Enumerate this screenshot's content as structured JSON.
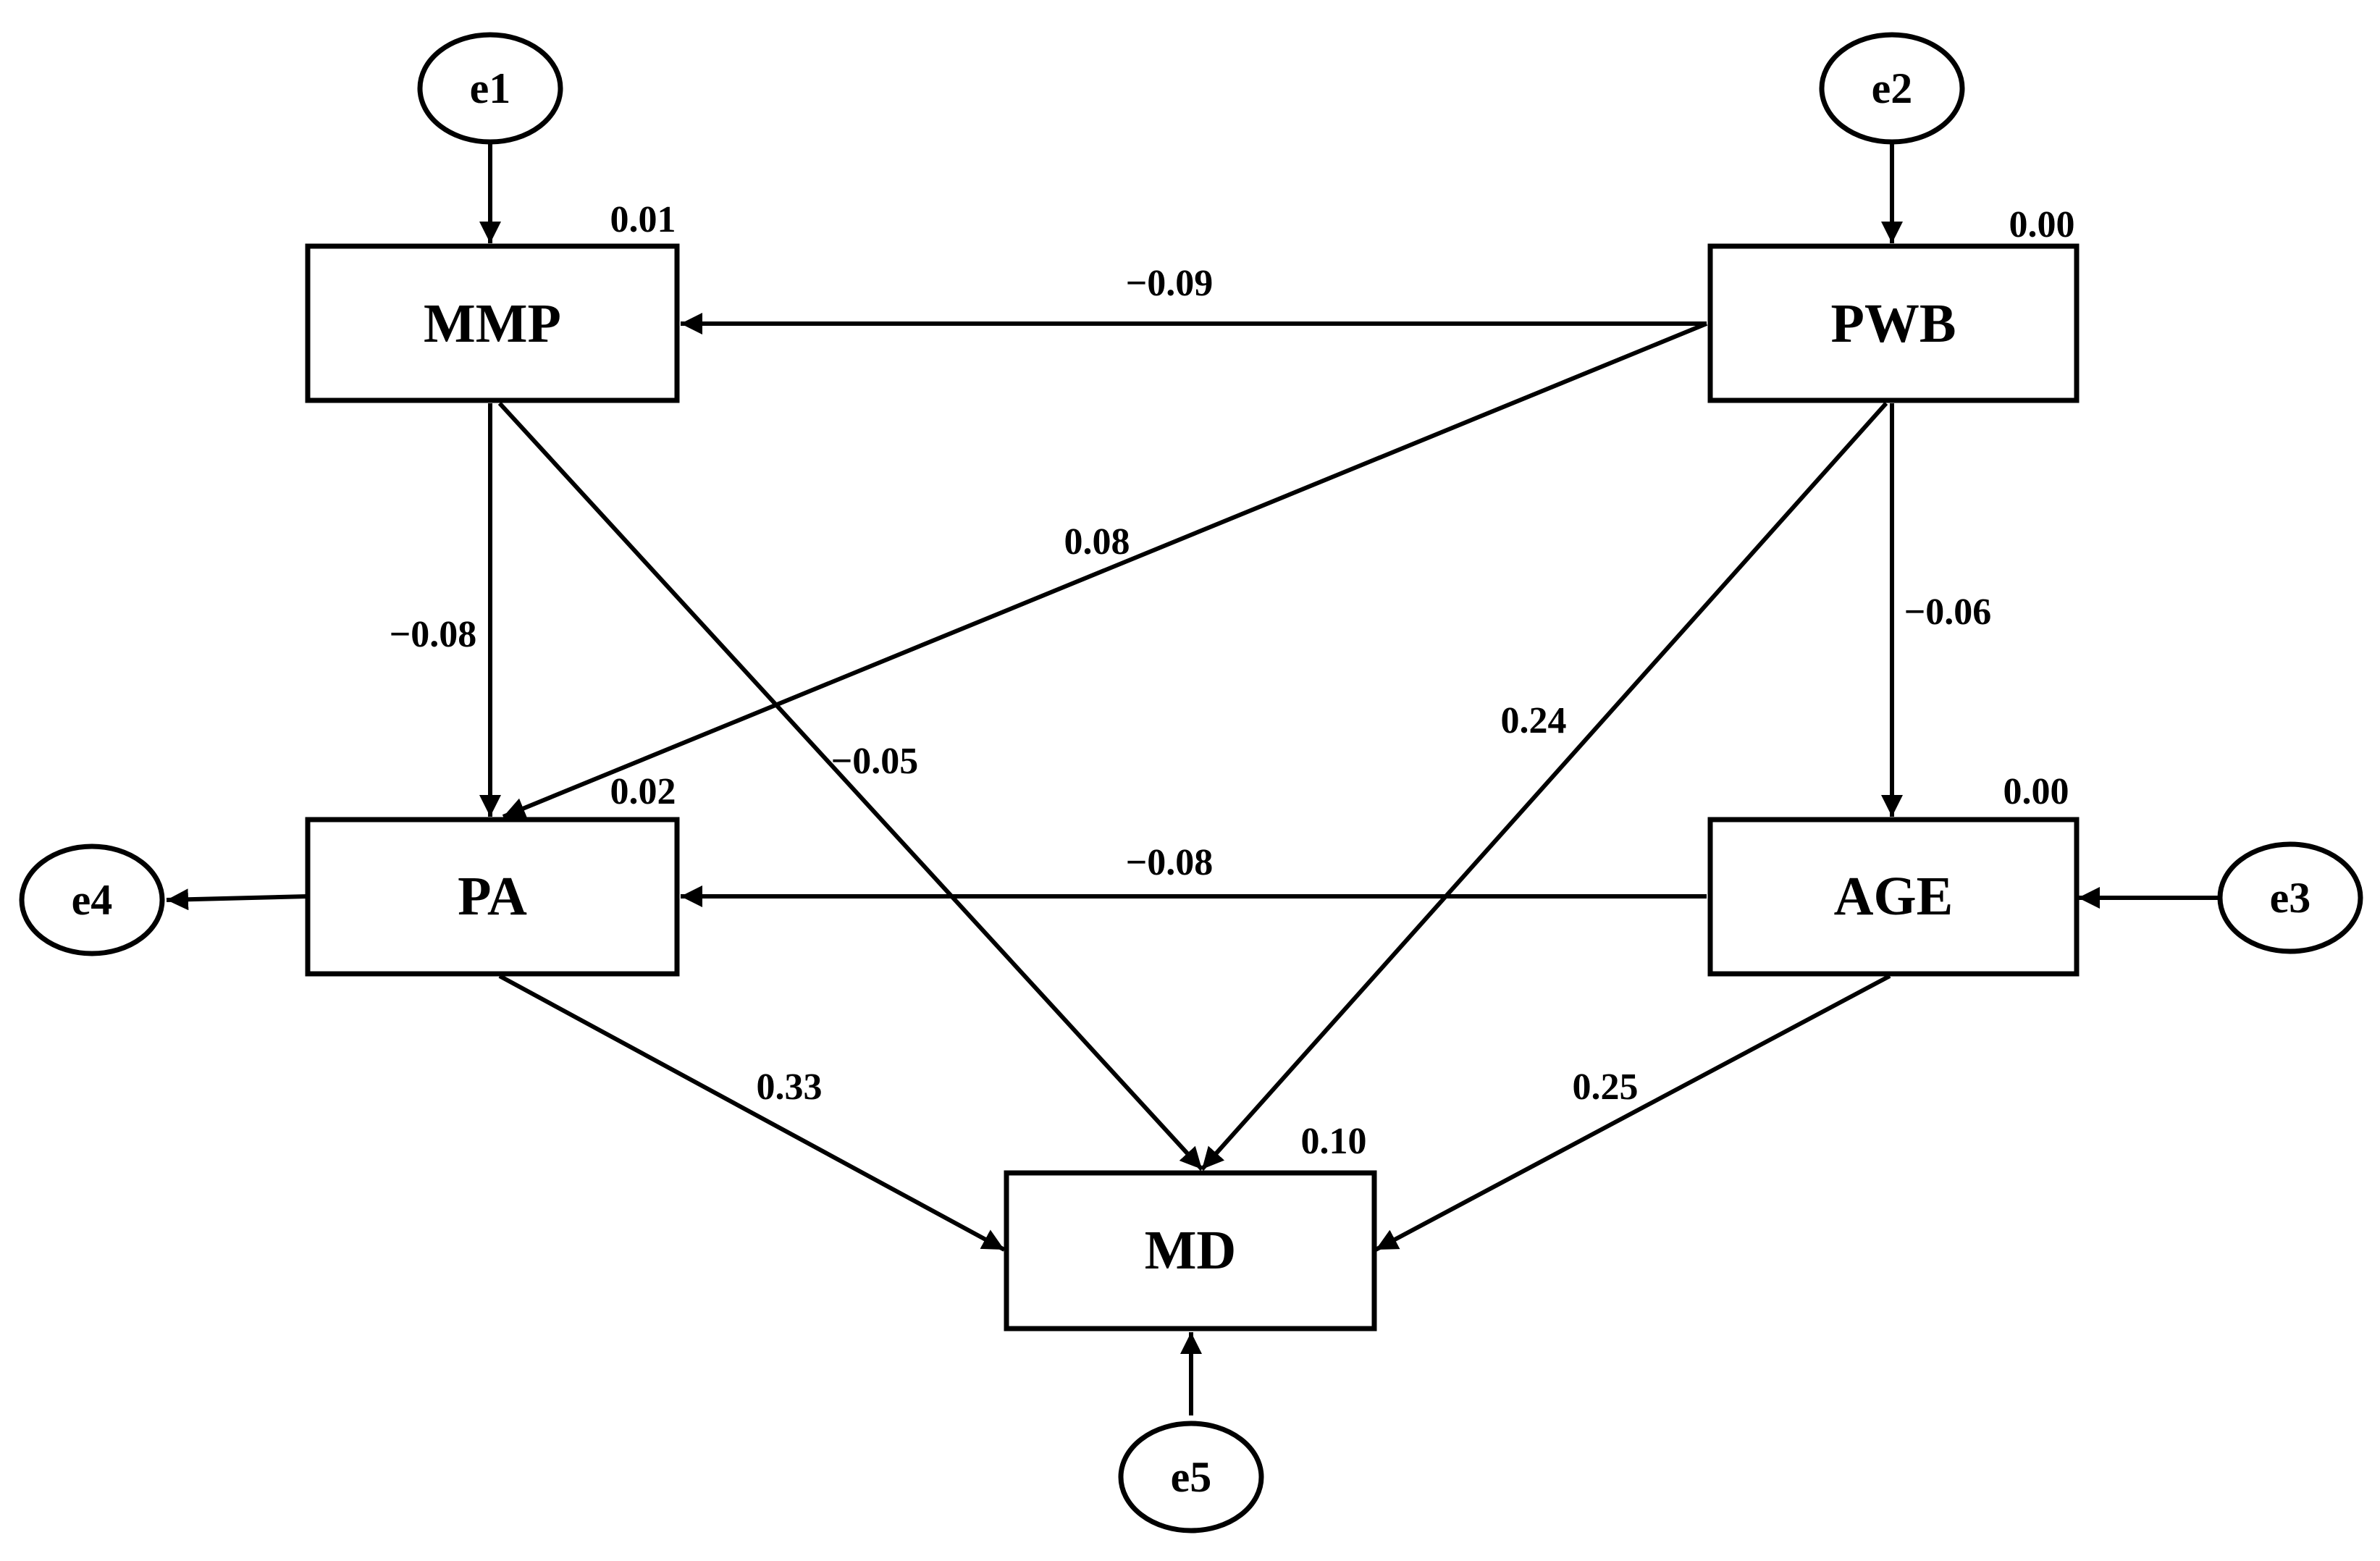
{
  "nodes": {
    "mmp": {
      "label": "MMP",
      "r2": "0.01"
    },
    "pwb": {
      "label": "PWB",
      "r2": "0.00"
    },
    "pa": {
      "label": "PA",
      "r2": "0.02"
    },
    "age": {
      "label": "AGE",
      "r2": "0.00"
    },
    "md": {
      "label": "MD",
      "r2": "0.10"
    }
  },
  "errors": {
    "e1": "e1",
    "e2": "e2",
    "e3": "e3",
    "e4": "e4",
    "e5": "e5"
  },
  "paths": {
    "pwb_mmp": "−0.09",
    "pwb_pa": "0.08",
    "mmp_pa": "−0.08",
    "mmp_md": "−0.05",
    "pwb_md": "0.24",
    "pwb_age": "−0.06",
    "age_pa": "−0.08",
    "pa_md": "0.33",
    "age_md": "0.25"
  }
}
